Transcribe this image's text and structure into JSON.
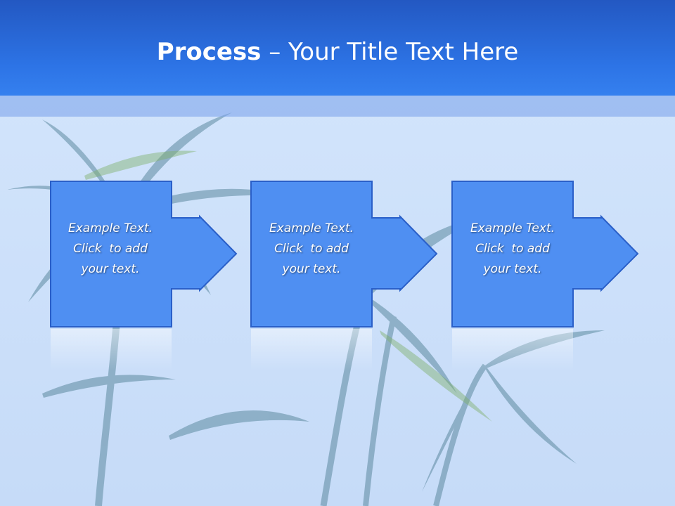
{
  "slide": {
    "title_bold": "Process",
    "title_rest": " – Your Title Text Here"
  },
  "steps": [
    {
      "lines": [
        "Example Text.",
        "Click  to add",
        "your text."
      ]
    },
    {
      "lines": [
        "Example Text.",
        "Click  to add",
        "your text."
      ]
    },
    {
      "lines": [
        "Example Text.",
        "Click  to add",
        "your text."
      ]
    }
  ],
  "colors": {
    "header": "#2d74e6",
    "box_fill": "#4f8ff2",
    "box_border": "#2a5fc8",
    "text": "#ffffff"
  },
  "background_image": "palm-trees-sky"
}
